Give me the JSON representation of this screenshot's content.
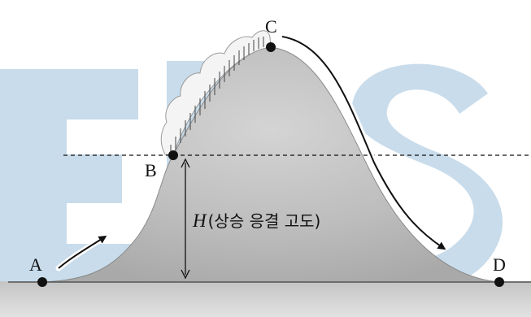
{
  "watermark": {
    "text": "EBS",
    "color": "#bcd5e7"
  },
  "points": {
    "a": "A",
    "b": "B",
    "c": "C",
    "d": "D"
  },
  "height_label": {
    "symbol": "H",
    "description": "(상승 응결 고도)"
  },
  "colors": {
    "mountain": "#b9b9b9",
    "ground": "#cfcfcf",
    "cloud": "#f3f3f3",
    "line": "#111111"
  }
}
